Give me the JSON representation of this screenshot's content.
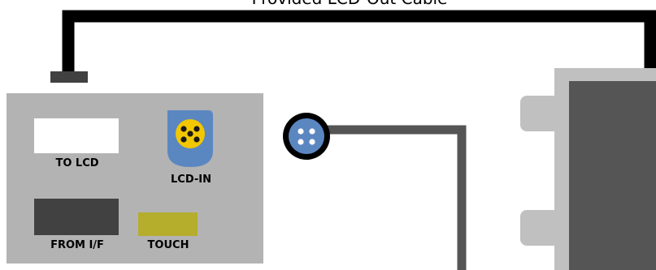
{
  "cable": {
    "label": "Provided LCD-Out Cable",
    "color": "#000000"
  },
  "control_board": {
    "color": "#b3b3b3",
    "ports": {
      "to_lcd": {
        "label": "TO LCD",
        "color": "#ffffff"
      },
      "lcd_in": {
        "label": "LCD-IN",
        "color": "#5b87c1",
        "pin_color": "#f2c700"
      },
      "from_if": {
        "label": "FROM I/F",
        "color": "#414141"
      },
      "touch": {
        "label": "TOUCH",
        "color": "#b5ad2c"
      }
    }
  },
  "round_connector": {
    "color": "#5b87c1",
    "ring_color": "#000000",
    "pin_color": "#ffffff"
  },
  "lead_wire": {
    "color": "#555555"
  },
  "lcd_monitor": {
    "housing_color": "#c0c0c0",
    "screen_color": "#555555"
  }
}
